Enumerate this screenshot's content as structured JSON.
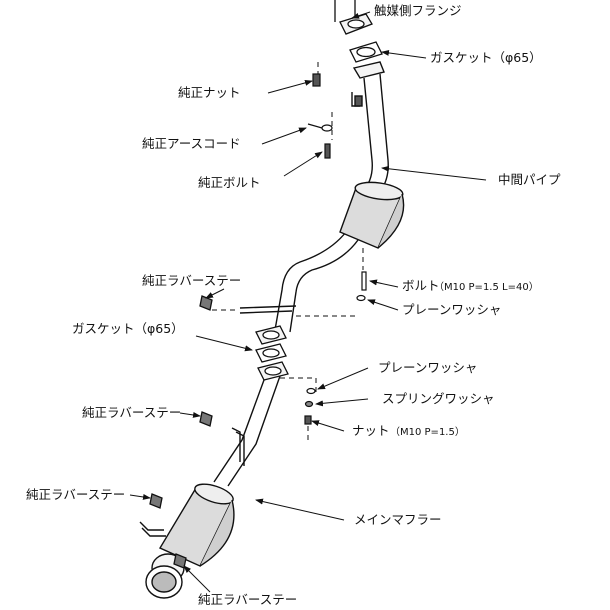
{
  "labels": {
    "catalyst_flange": "触媒側フランジ",
    "gasket_top": "ガスケット（φ65）",
    "oem_nut": "純正ナット",
    "oem_earth_cord": "純正アースコード",
    "oem_bolt": "純正ボルト",
    "center_pipe": "中間パイプ",
    "oem_rubber_stay_1": "純正ラバーステー",
    "bolt": "ボルト",
    "bolt_spec": "（M10 P=1.5 L=40）",
    "plain_washer_1": "プレーンワッシャ",
    "gasket_mid": "ガスケット（φ65）",
    "plain_washer_2": "プレーンワッシャ",
    "spring_washer": "スプリングワッシャ",
    "nut": "ナット",
    "nut_spec": "（M10 P=1.5）",
    "oem_rubber_stay_2": "純正ラバーステー",
    "oem_rubber_stay_3": "純正ラバーステー",
    "main_muffler": "メインマフラー",
    "oem_rubber_stay_4": "純正ラバーステー"
  },
  "colors": {
    "line": "#111111",
    "background": "#ffffff",
    "muffler_shade": "#dcdcdc",
    "pipe_fill": "#f4f4f4"
  }
}
